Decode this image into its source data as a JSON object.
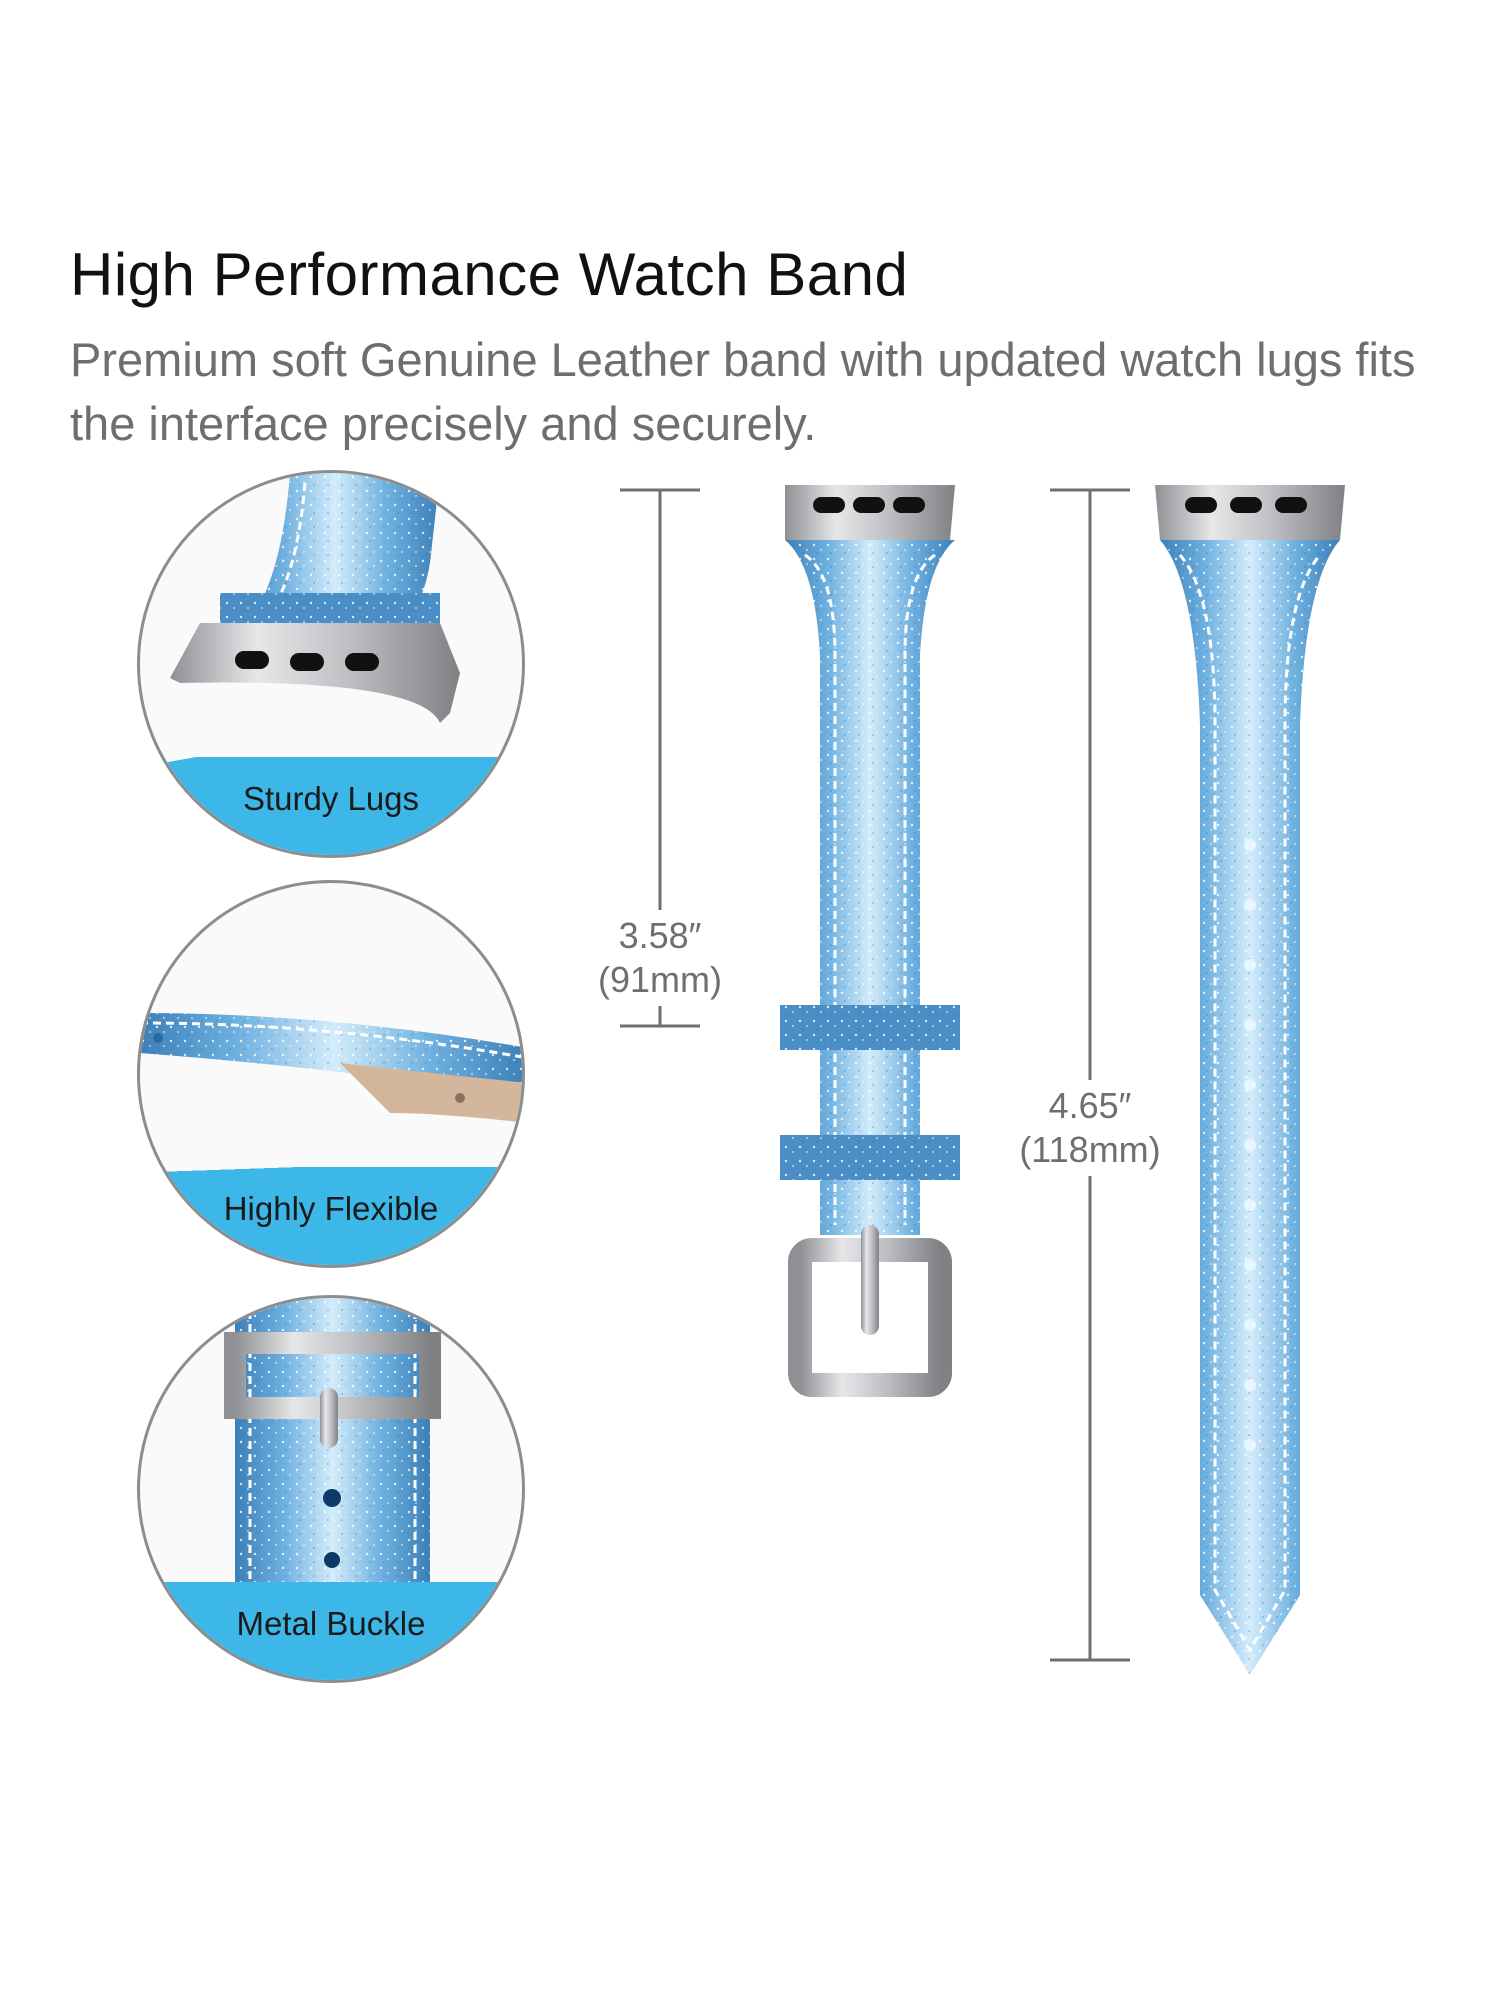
{
  "header": {
    "title": "High Performance Watch Band",
    "subtitle": "Premium soft Genuine Leather band with updated watch lugs fits the interface precisely and securely."
  },
  "features": [
    {
      "label": "Sturdy Lugs",
      "icon": "lug-closeup-icon"
    },
    {
      "label": "Highly Flexible",
      "icon": "flexible-strap-icon"
    },
    {
      "label": "Metal Buckle",
      "icon": "buckle-closeup-icon"
    }
  ],
  "dimensions": {
    "buckle_strap": {
      "inches": "3.58″",
      "mm": "(91mm)"
    },
    "hole_strap": {
      "inches": "4.65″",
      "mm": "(118mm)"
    }
  },
  "colors": {
    "band_blue": "#5b9bd0",
    "band_light": "#b9dcf2",
    "label_strip": "#3cb7e8",
    "metal": "#c7c9cc",
    "dimension_line": "#6f6f6f"
  }
}
